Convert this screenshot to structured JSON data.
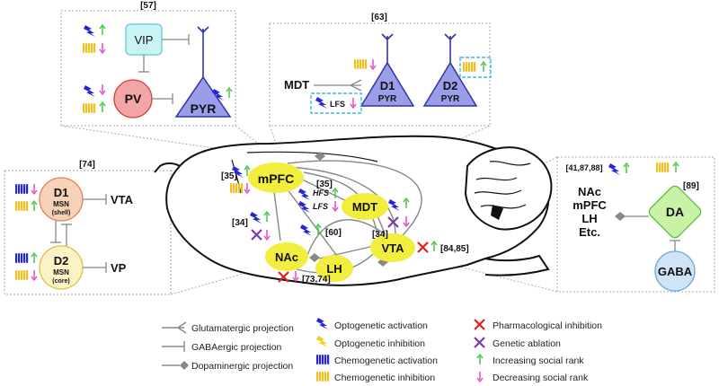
{
  "refs": {
    "top_left": "[57]",
    "top_right": "[63]",
    "left": "[74]",
    "right_a": "[41,87,88]",
    "right_b": "[89]",
    "brain_35a": "[35]",
    "brain_35b": "[35]",
    "brain_34a": "[34]",
    "brain_34b": "[34]",
    "brain_60": "[60]",
    "brain_7374": "[73,74]",
    "brain_8485": "[84,85]"
  },
  "top_left_panel": {
    "vip": "VIP",
    "pv": "PV",
    "pyr": "PYR"
  },
  "top_right_panel": {
    "mdt": "MDT",
    "d1": "D1",
    "d1_sub": "PYR",
    "d2": "D2",
    "d2_sub": "PYR",
    "lfs": "LFS"
  },
  "left_panel": {
    "d1": "D1",
    "d1_l1": "MSN",
    "d1_l2": "(shell)",
    "d2": "D2",
    "d2_l1": "MSN",
    "d2_l2": "(core)",
    "vta": "VTA",
    "vp": "VP"
  },
  "right_panel": {
    "list": [
      "NAc",
      "mPFC",
      "LH",
      "Etc."
    ],
    "da": "DA",
    "gaba": "GABA"
  },
  "brain": {
    "mpfc": "mPFC",
    "mdt": "MDT",
    "nac": "NAc",
    "lh": "LH",
    "vta": "VTA",
    "hfs": "HFS",
    "lfs": "LFS"
  },
  "legend": {
    "col1": [
      "Glutamatergic projection",
      "GABAergic projection",
      "Dopaminergic projection"
    ],
    "col2": [
      "Optogenetic activation",
      "Optogenetic inhibition",
      "Chemogenetic activation",
      "Chemogenetic inhibition"
    ],
    "col3": [
      "Pharmacological inhibition",
      "Genetic ablation",
      "Increasing social rank",
      "Decreasing social rank"
    ]
  },
  "colors": {
    "yellow_region": "#f2ee3e",
    "pyr_fill": "#9a9ee8",
    "pyr_stroke": "#3333aa",
    "vip_fill": "#c9f4f6",
    "pv_fill": "#f4a6a6",
    "d1_msn_fill": "#f6d2b8",
    "d2_msn_fill": "#fbf2c6",
    "da_fill": "#c9f2a6",
    "gaba_fill": "#cfe4f6",
    "up_arrow": "#3ac43a",
    "down_arrow": "#e040c0",
    "pharm_x": "#e02020",
    "genetic_x": "#7a3aa8"
  }
}
